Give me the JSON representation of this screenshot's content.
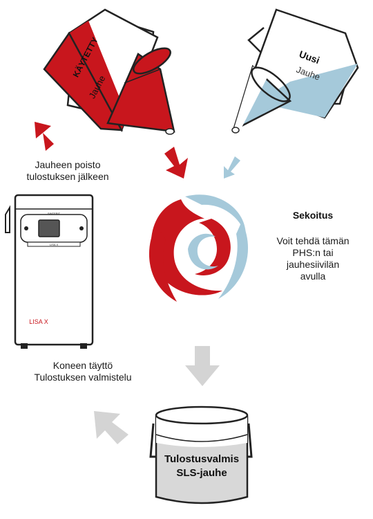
{
  "containers": {
    "used_label": "KÄYTETTY",
    "used_sub": "Jauhe",
    "new_label": "Uusi",
    "new_sub": "Jauhe"
  },
  "mixing": {
    "title": "Sekoitus",
    "note_lines": [
      "Voit tehdä tämän",
      "PHS:n tai",
      "jauhesiivilän",
      "avulla"
    ]
  },
  "removal": {
    "lines": [
      "Jauheen poisto",
      "tulostuksen jälkeen"
    ]
  },
  "filling": {
    "lines": [
      "Koneen täyttö",
      "Tulostuksen valmistelu"
    ]
  },
  "bucket": {
    "line1": "Tulostusvalmis",
    "line2": "SLS-jauhe"
  },
  "machine": {
    "brand": "LISA X",
    "panel_logo": "SINTERIT",
    "panel_small": "LISA X"
  },
  "colors": {
    "used": "#c8161d",
    "new": "#a5c9da",
    "arrow_gray": "#d4d4d4",
    "outline": "#222222"
  }
}
